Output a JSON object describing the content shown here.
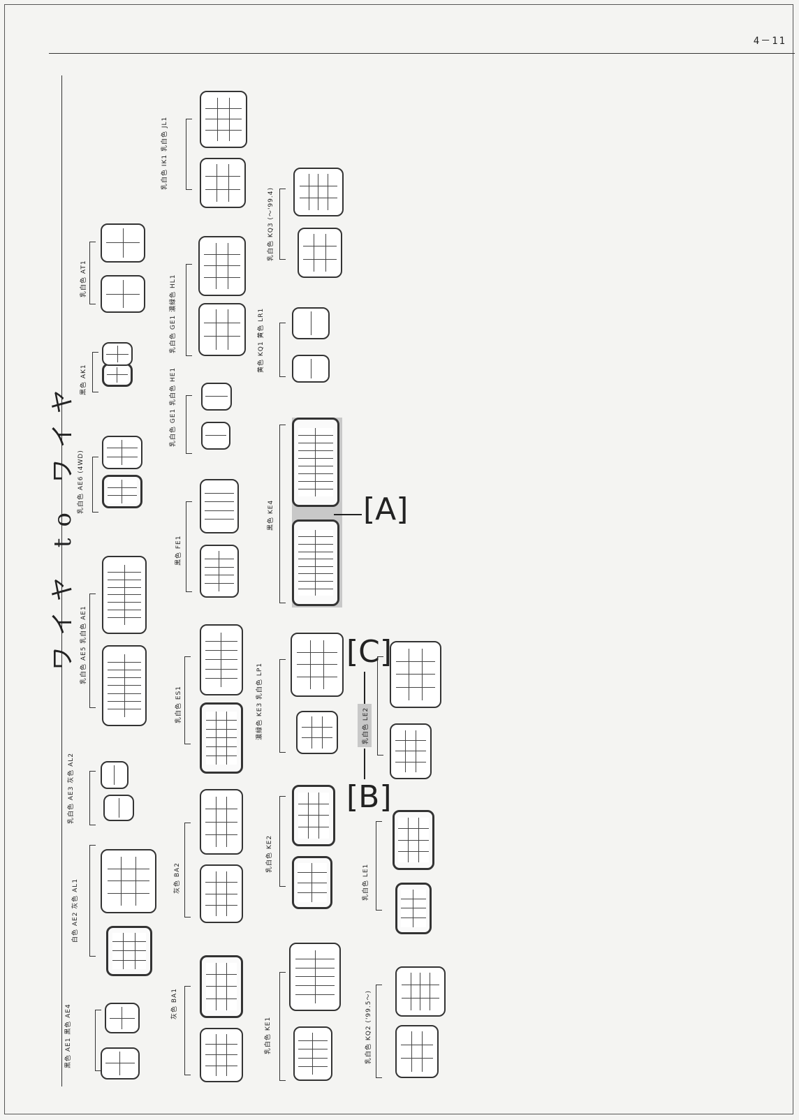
{
  "page": {
    "number": "4－11",
    "title": "ワイヤ to ワイヤ"
  },
  "callouts": {
    "a": "[A]",
    "b": "[B]",
    "c": "[C]"
  },
  "labels": {
    "r1c1": "黒色 AE1  黒色 AE4",
    "r1c2": "白色 AE2  灰色 AL1",
    "r1c3": "乳白色 AE3  灰色 AL2",
    "r1c4": "乳白色 AE5  乳白色 AE1",
    "r1c5": "乳白色 AE6 (4WD)",
    "r1c6": "黒色 AK1",
    "r1c7": "乳白色 AT1",
    "r2c1": "灰色 BA1",
    "r2c2": "灰色 BA2",
    "r2c3": "乳白色 ES1",
    "r2c4": "黒色 FE1",
    "r2c5": "乳白色 GE1  乳白色 HE1",
    "r2c6": "乳白色 GE1  濃緑色 HL1",
    "r2c7": "乳白色 IK1  乳白色 JL1",
    "r3c1": "乳白色 KE1",
    "r3c2": "乳白色 KE2",
    "r3c3": "濃緑色 KE3  乳白色 LP1",
    "r3c4": "黒色 KE4",
    "r3c5": "黄色 KQ1  黄色 LR1",
    "r3c6": "乳白色 KQ3 (～'99.4)",
    "r4c1": "乳白色 KQ2 ('99.5～)",
    "r4c2": "乳白色 LE1",
    "r4c3": "乳白色 LE2"
  }
}
